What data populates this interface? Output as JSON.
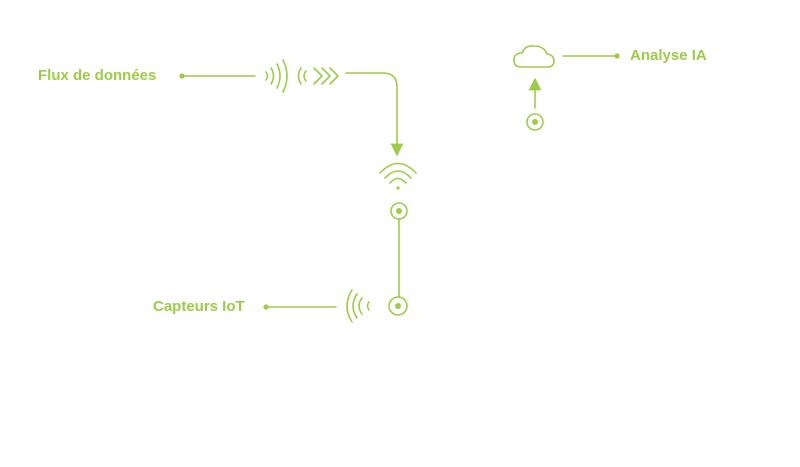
{
  "diagram": {
    "accent_color": "#9ccc48",
    "labels": {
      "data_flow": "Flux de données",
      "iot_sensors": "Capteurs IoT",
      "ai_analysis": "Analyse IA"
    },
    "icons": {
      "signal": "wifi-signal-icon",
      "broadcast": "radio-wave-icon",
      "direction": "chevron-arrows-icon",
      "cloud": "cloud-icon",
      "node": "target-node-icon"
    }
  }
}
